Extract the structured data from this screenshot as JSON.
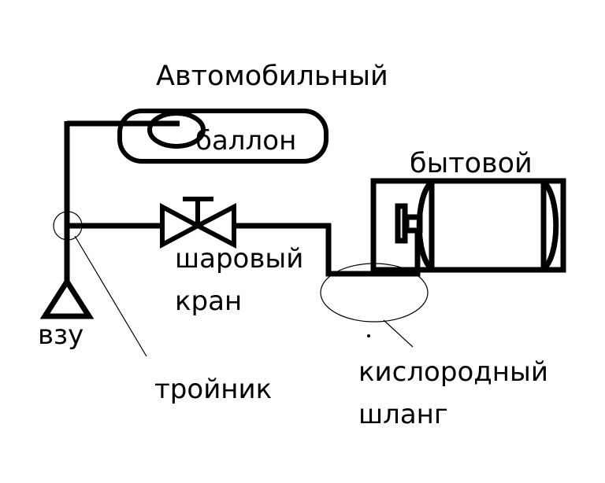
{
  "diagram": {
    "title": "Автомобильный",
    "background_color": "#ffffff",
    "line_color": "#000000",
    "labels": {
      "automotive_title": "Автомобильный",
      "automotive_cylinder": "баллон",
      "household_title": "бытовой",
      "ball_valve_line1": "шаровый",
      "ball_valve_line2": "кран",
      "filling_device": "взу",
      "tee_fitting": "тройник",
      "oxygen_hose_line1": "кислородный",
      "oxygen_hose_line2": "шланг"
    },
    "components": [
      {
        "name": "automotive-cylinder",
        "label": "баллон",
        "shape": "rounded-rectangle-with-valve-ellipse"
      },
      {
        "name": "household-cylinder",
        "label": "бытовой",
        "shape": "rectangle-with-horizontal-cylinder"
      },
      {
        "name": "ball-valve",
        "label": "шаровый кран",
        "shape": "bowtie-with-stem-and-handle"
      },
      {
        "name": "filling-device",
        "label": "взу",
        "shape": "triangle"
      },
      {
        "name": "tee-fitting",
        "label": "тройник",
        "shape": "pipe-junction"
      },
      {
        "name": "oxygen-hose",
        "label": "кислородный шланг",
        "shape": "pipe-run"
      }
    ]
  }
}
